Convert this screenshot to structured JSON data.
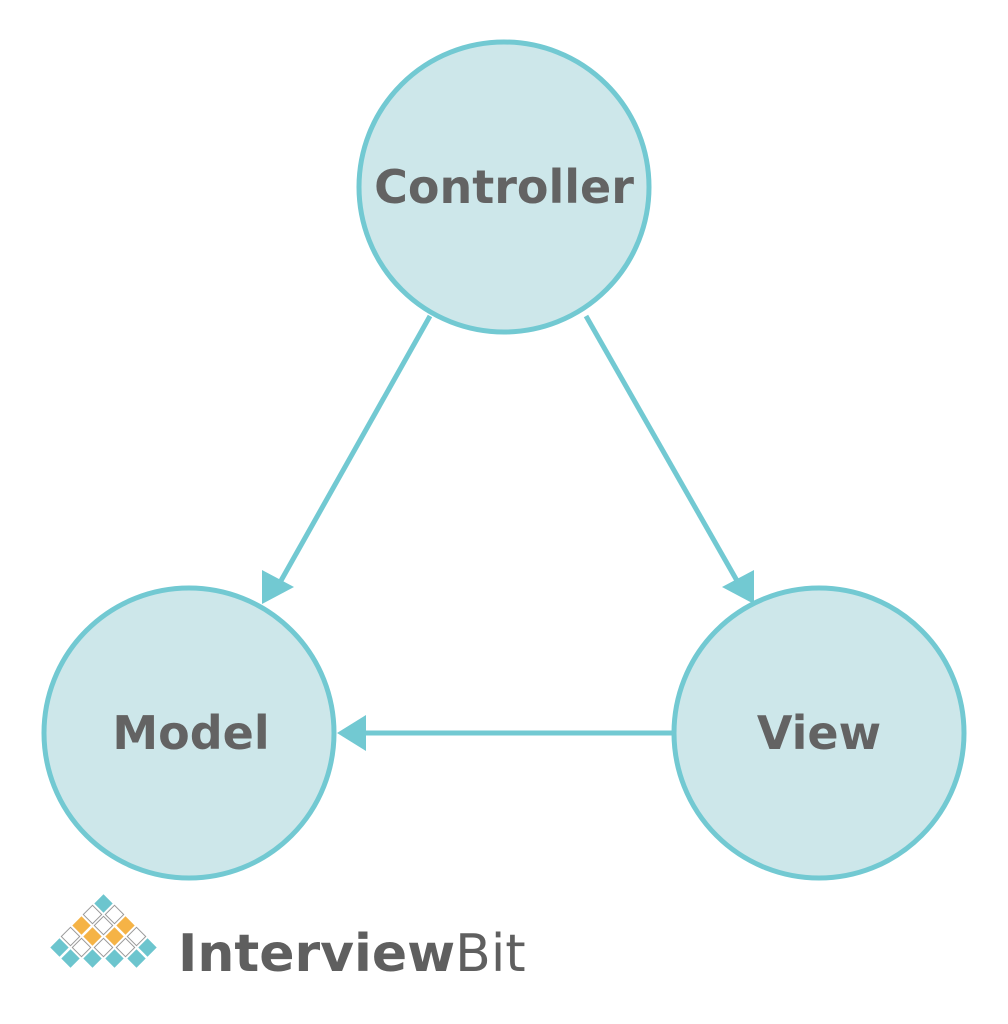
{
  "diagram": {
    "nodes": {
      "controller": "Controller",
      "model": "Model",
      "view": "View"
    },
    "colors": {
      "node_fill": "#cde7ea",
      "node_stroke": "#72c9d2",
      "arrow": "#72c9d2",
      "text": "#636363"
    },
    "edges": [
      {
        "from": "Controller",
        "to": "Model"
      },
      {
        "from": "Controller",
        "to": "View"
      },
      {
        "from": "View",
        "to": "Model"
      }
    ]
  },
  "logo": {
    "name_bold": "Interview",
    "name_light": "Bit",
    "colors": {
      "teal": "#6cc5ce",
      "orange": "#f5b346",
      "outline": "#9a9a9a"
    }
  }
}
